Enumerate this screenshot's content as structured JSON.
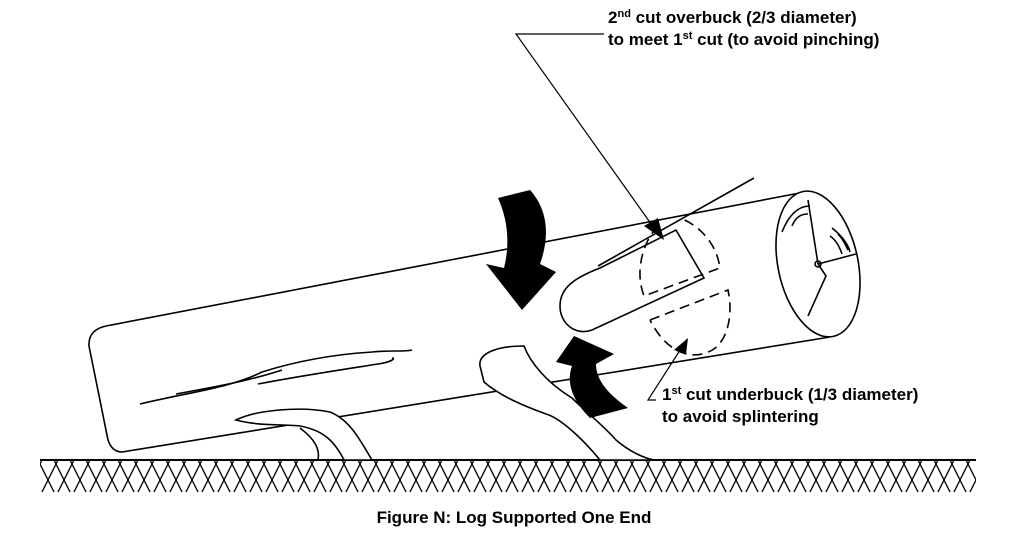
{
  "labels": {
    "second_cut": {
      "num": "2",
      "sup": "nd",
      "line1_rest": " cut overbuck (2/3 diameter)",
      "line2_pre": "to meet 1",
      "line2_sup": "st",
      "line2_post": " cut (to avoid pinching)"
    },
    "first_cut": {
      "num": "1",
      "sup": "st",
      "line1_rest": " cut underbuck (1/3 diameter)",
      "line2": "to avoid splintering"
    }
  },
  "caption": "Figure N:  Log Supported One End"
}
